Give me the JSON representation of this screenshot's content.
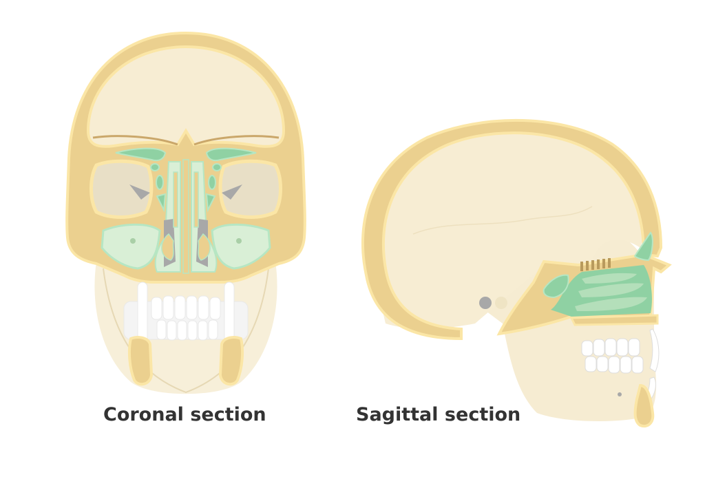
{
  "figure": {
    "panels": [
      {
        "id": "coronal",
        "caption": "Coronal section",
        "view": "frontal skull cut in coronal plane showing paranasal sinuses and nasal cavity"
      },
      {
        "id": "sagittal",
        "caption": "Sagittal section",
        "view": "lateral skull cut in sagittal plane showing nasal cavity, conchae and frontal/sphenoid sinuses"
      }
    ]
  },
  "colors": {
    "background": "#ffffff",
    "bone_cut": "#ebd08f",
    "bone_cut_outline": "#fbe6a6",
    "bone_surface": "#f6ecd2",
    "bone_shadow": "#dfcfaa",
    "cavity_interior": "#f7edd3",
    "sinus_green": "#8fd1a3",
    "sinus_green_light": "#d9efd6",
    "sinus_outline": "#b6e6c3",
    "cribriform": "#b89a5c",
    "teeth": "#ffffff",
    "shadow_grey": "#a8a8a8",
    "caption_text": "#333333"
  }
}
